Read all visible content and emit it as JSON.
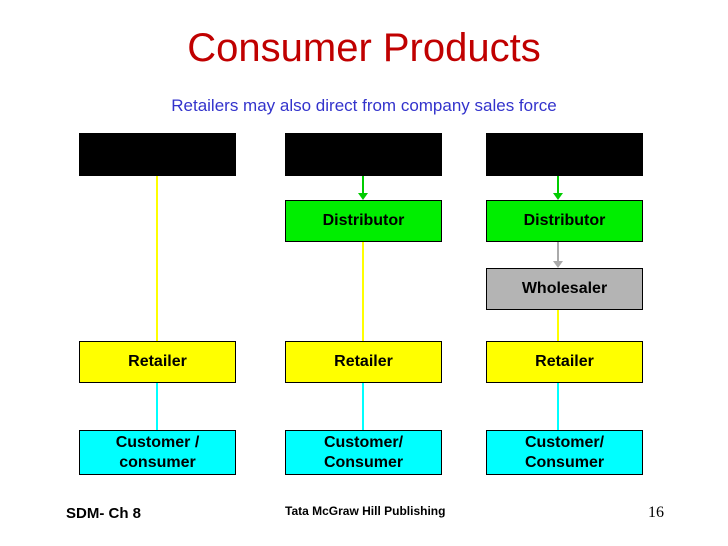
{
  "slide": {
    "title": "Consumer Products",
    "subtitle": "Retailers may also direct from company sales force"
  },
  "columns": [
    {
      "header": "",
      "retailer": "Retailer",
      "customer": "Customer /\nconsumer"
    },
    {
      "header": "",
      "distributor": "Distributor",
      "retailer": "Retailer",
      "customer": "Customer/\nConsumer"
    },
    {
      "header": "",
      "distributor": "Distributor",
      "wholesaler": "Wholesaler",
      "retailer": "Retailer",
      "customer": "Customer/\nConsumer"
    }
  ],
  "footer": {
    "left": "SDM- Ch 8",
    "center": "Tata McGraw Hill Publishing",
    "page": "16"
  },
  "colors": {
    "title": "#c00000",
    "subtitle": "#3333cc",
    "header_box": "#000000",
    "distributor": "#00ee00",
    "wholesaler": "#b4b4b4",
    "retailer": "#ffff00",
    "customer": "#00ffff"
  }
}
